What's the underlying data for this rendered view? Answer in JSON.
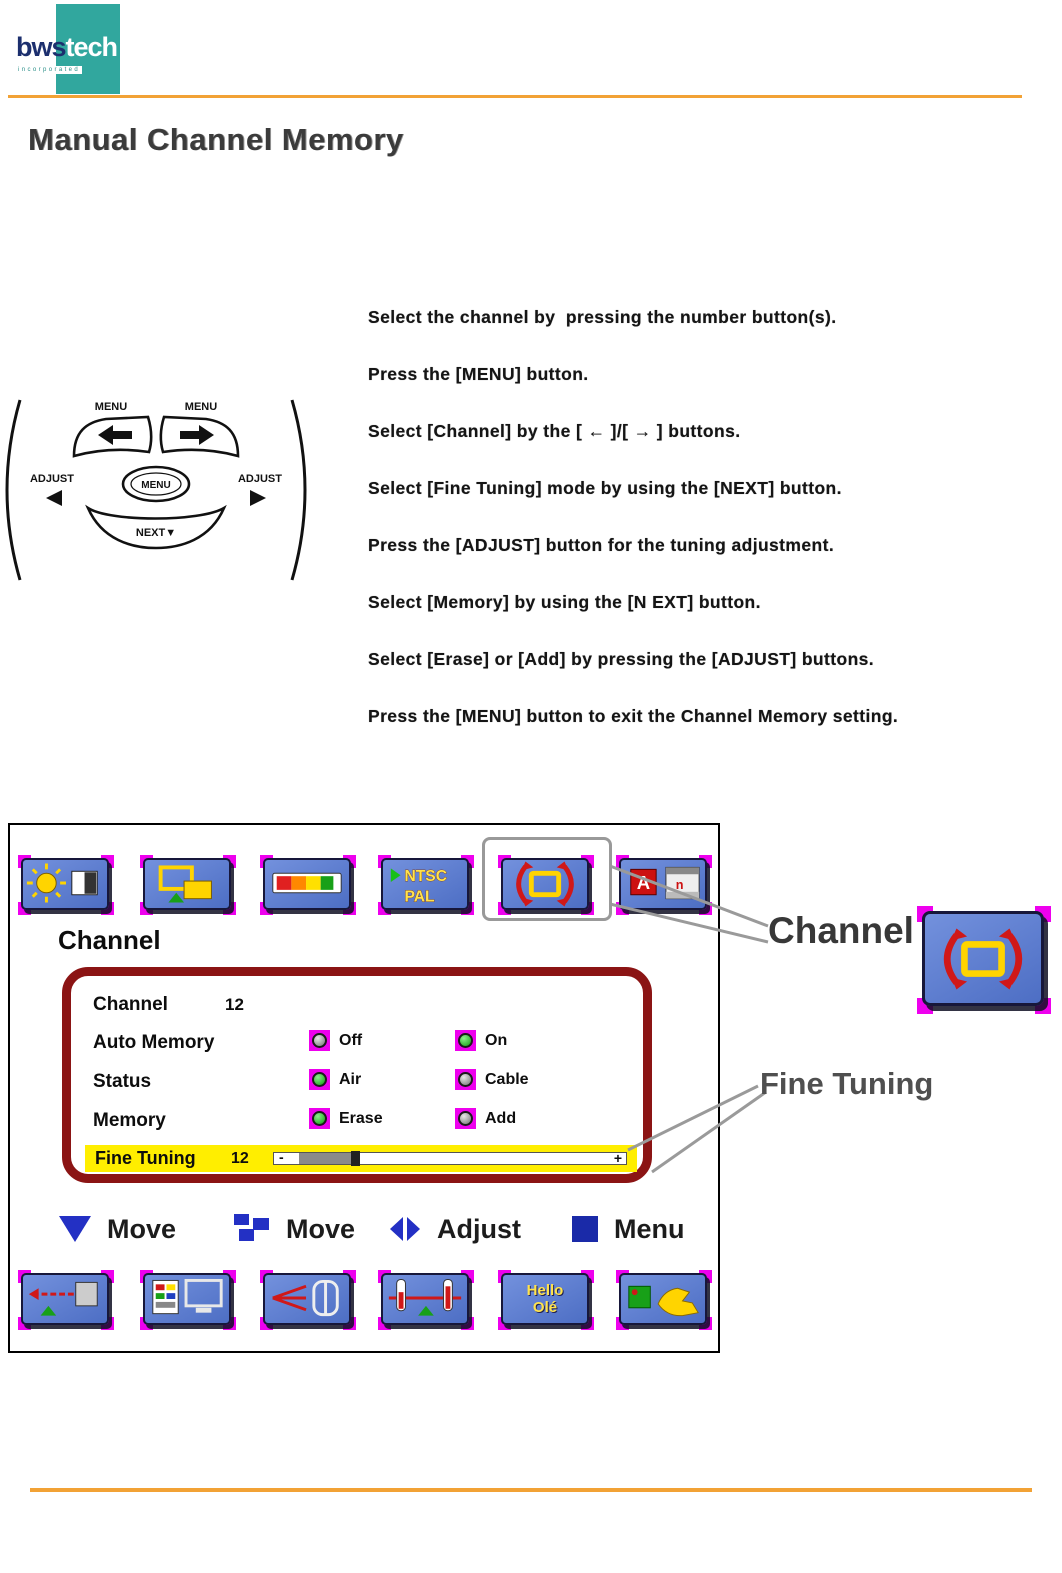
{
  "logo": {
    "bws": "bws",
    "tech": "tech",
    "tagline": "incorporated"
  },
  "title": "Manual Channel Memory",
  "remote": {
    "menu_top_left": "MENU",
    "menu_top_right": "MENU",
    "adjust_left": "ADJUST",
    "adjust_right": "ADJUST",
    "center": "MENU",
    "next": "NEXT▼"
  },
  "instructions": [
    "Select the channel by  pressing the number button(s).",
    "Press the [MENU] button.",
    "Select [Channel] by the [ ← ]/[ → ] buttons.",
    "Select [Fine Tuning] mode by using the [NEXT] button.",
    "Press the [ADJUST] button for the tuning adjustment.",
    "Select [Memory] by using the [N EXT] button.",
    "Select [Erase] or [Add] by pressing the [ADJUST] buttons.",
    "Press the [MENU] button to exit the Channel Memory setting."
  ],
  "osd": {
    "section_title": "Channel",
    "ntsc_pal": {
      "top": "NTSC",
      "bottom": "PAL"
    },
    "caption_letter": "A",
    "caption_small": "n",
    "channel_row": {
      "label": "Channel",
      "value": "12"
    },
    "rows": [
      {
        "label": "Auto Memory",
        "options": [
          {
            "text": "Off",
            "selected": false
          },
          {
            "text": "On",
            "selected": true
          }
        ]
      },
      {
        "label": "Status",
        "options": [
          {
            "text": "Air",
            "selected": true
          },
          {
            "text": "Cable",
            "selected": false
          }
        ]
      },
      {
        "label": "Memory",
        "options": [
          {
            "text": "Erase",
            "selected": true
          },
          {
            "text": "Add",
            "selected": false
          }
        ]
      }
    ],
    "fine_tuning": {
      "label": "Fine Tuning",
      "value": "12",
      "minus": "-",
      "plus": "+"
    },
    "legend": [
      {
        "icon": "down-triangle",
        "label": "Move"
      },
      {
        "icon": "blocks",
        "label": "Move"
      },
      {
        "icon": "left-right-diamond",
        "label": "Adjust"
      },
      {
        "icon": "square",
        "label": "Menu"
      }
    ],
    "hello": {
      "top": "Hello",
      "bottom": "Olé"
    }
  },
  "callouts": {
    "channel": "Channel",
    "fine_tuning": "Fine Tuning"
  },
  "colors": {
    "accent_orange": "#f2a235",
    "magenta": "#ee00ee",
    "button_blue": "#5b7fce",
    "maroon": "#8b1414",
    "highlight_yellow": "#ffee00",
    "selected_green": "#1faa1f",
    "unselected_gray": "#8f8f8f",
    "callout_gray": "#999999",
    "logo_teal": "#31a79e"
  }
}
